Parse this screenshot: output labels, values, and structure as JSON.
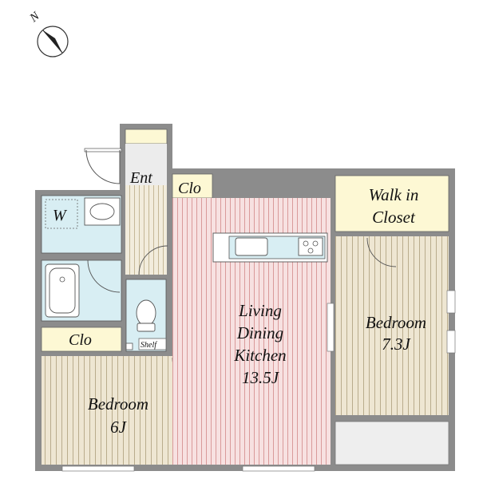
{
  "compass": {
    "label": "N",
    "icon": "north-arrow-icon"
  },
  "rooms": {
    "entrance": {
      "label": "Ent"
    },
    "closet_entry": {
      "label": "Clo"
    },
    "closet_bedroom6": {
      "label": "Clo"
    },
    "walk_in_closet": {
      "line1": "Walk in",
      "line2": "Closet"
    },
    "washroom": {
      "label": "W"
    },
    "shelf": {
      "label": "Shelf"
    },
    "ldk": {
      "line1": "Living",
      "line2": "Dining",
      "line3": "Kitchen",
      "size": "13.5J"
    },
    "bedroom_right": {
      "line1": "Bedroom",
      "size": "7.3J"
    },
    "bedroom_left": {
      "line1": "Bedroom",
      "size": "6J"
    }
  },
  "colors": {
    "wall": "#8c8c8c",
    "floor_wood": "#eee6d2",
    "floor_wood_line": "#b9ac8c",
    "floor_ldk": "#f7e1e1",
    "floor_ldk_line": "#d99a9a",
    "closet": "#fdf8d4",
    "wet_area": "#d8eef3",
    "balcony": "#eeeeee"
  }
}
